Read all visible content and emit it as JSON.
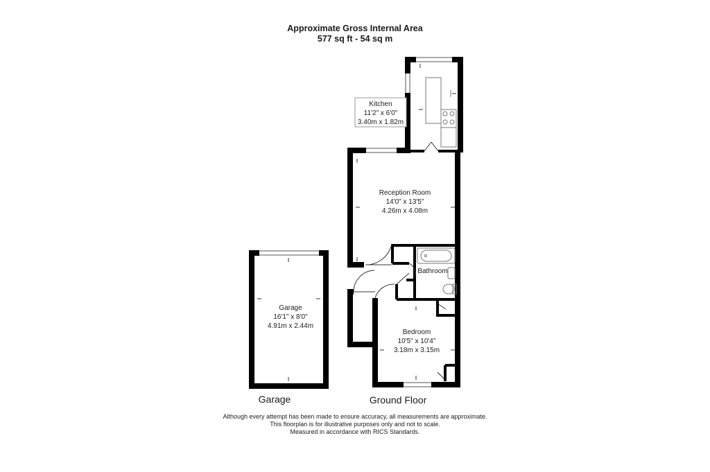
{
  "header": {
    "line1": "Approximate Gross Internal Area",
    "line2": "577 sq ft - 54 sq m"
  },
  "rooms": {
    "kitchen": {
      "name": "Kitchen",
      "imperial": "11'2\" x 6'0\"",
      "metric": "3.40m x 1.82m"
    },
    "reception": {
      "name": "Reception Room",
      "imperial": "14'0\" x 13'5\"",
      "metric": "4.26m x 4.08m"
    },
    "bathroom": {
      "name": "Bathroom"
    },
    "bedroom": {
      "name": "Bedroom",
      "imperial": "10'5\" x 10'4\"",
      "metric": "3.18m x 3.15m"
    },
    "garage": {
      "name": "Garage",
      "imperial": "16'1\" x 8'0\"",
      "metric": "4.91m x 2.44m"
    }
  },
  "floors": {
    "garage": "Garage",
    "ground": "Ground Floor"
  },
  "disclaimer": {
    "line1": "Although every attempt has been made to ensure accuracy, all measurements are approximate.",
    "line2": "This floorplan is for illustrative purposes only and not to scale.",
    "line3": "Measured in accordance with RICS Standards."
  }
}
